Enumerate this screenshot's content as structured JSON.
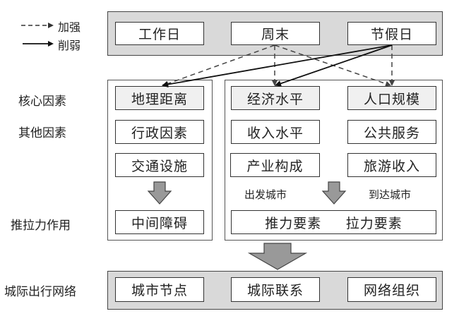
{
  "legend": {
    "items": [
      {
        "style": "dashed",
        "label": "加强"
      },
      {
        "style": "solid",
        "label": "削弱"
      }
    ]
  },
  "row_labels": {
    "core": "核心因素",
    "other": "其他因素",
    "push_pull": "推拉力作用",
    "network": "城际出行网络"
  },
  "time_types": [
    "工作日",
    "周末",
    "节假日"
  ],
  "left_panel": {
    "core": "地理距离",
    "others": [
      "行政因素",
      "交通设施"
    ],
    "result": "中间障碍"
  },
  "right_panel": {
    "core": [
      "经济水平",
      "人口规模"
    ],
    "others_col1": [
      "收入水平",
      "产业构成"
    ],
    "others_col2": [
      "公共服务",
      "旅游收入"
    ],
    "origin_label": "出发城市",
    "destination_label": "到达城市",
    "push_label": "推力要素",
    "pull_label": "拉力要素"
  },
  "network": [
    "城市节点",
    "城际联系",
    "网络组织"
  ],
  "relations": [
    {
      "from": "周末",
      "to": "地理距离",
      "type": "加强"
    },
    {
      "from": "周末",
      "to": "经济水平",
      "type": "加强"
    },
    {
      "from": "周末",
      "to": "人口规模",
      "type": "加强"
    },
    {
      "from": "节假日",
      "to": "地理距离",
      "type": "削弱"
    },
    {
      "from": "节假日",
      "to": "经济水平",
      "type": "削弱"
    },
    {
      "from": "节假日",
      "to": "人口规模",
      "type": "加强"
    }
  ],
  "colors": {
    "band": "#d9d9d9",
    "core_fill": "#f0f0f0",
    "arrow_fill": "#999999",
    "line": "#222222"
  }
}
